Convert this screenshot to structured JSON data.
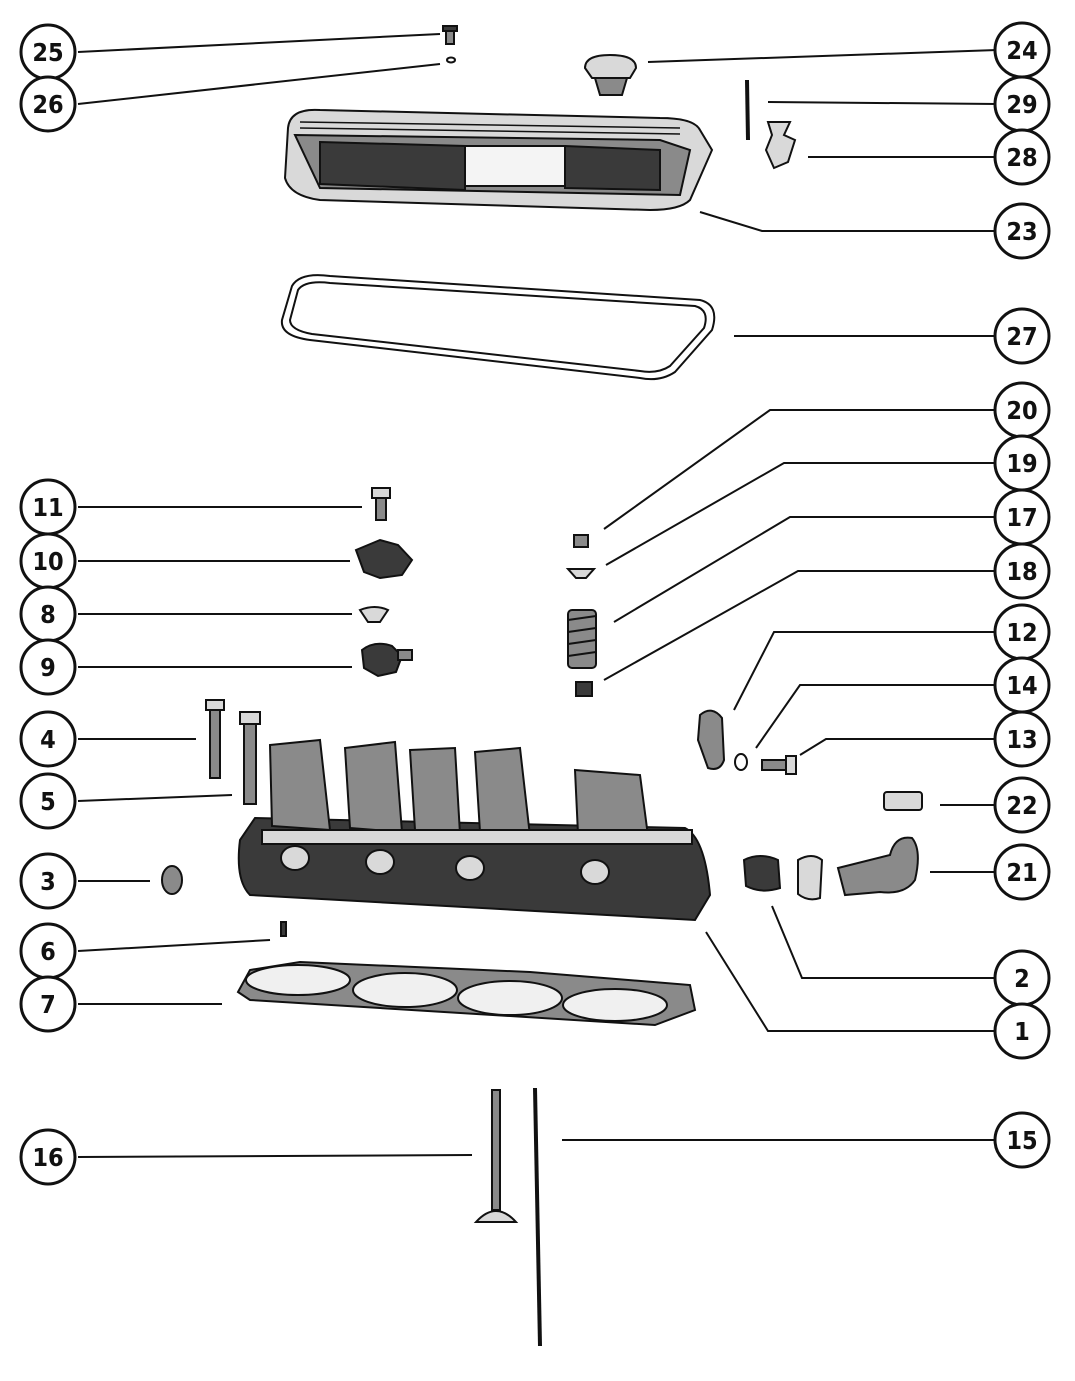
{
  "callouts": [
    {
      "id": "25",
      "label": "25"
    },
    {
      "id": "26",
      "label": "26"
    },
    {
      "id": "24",
      "label": "24"
    },
    {
      "id": "29",
      "label": "29"
    },
    {
      "id": "28",
      "label": "28"
    },
    {
      "id": "23",
      "label": "23"
    },
    {
      "id": "27",
      "label": "27"
    },
    {
      "id": "20",
      "label": "20"
    },
    {
      "id": "19",
      "label": "19"
    },
    {
      "id": "17",
      "label": "17"
    },
    {
      "id": "18",
      "label": "18"
    },
    {
      "id": "11",
      "label": "11"
    },
    {
      "id": "10",
      "label": "10"
    },
    {
      "id": "8",
      "label": "8"
    },
    {
      "id": "9",
      "label": "9"
    },
    {
      "id": "12",
      "label": "12"
    },
    {
      "id": "14",
      "label": "14"
    },
    {
      "id": "13",
      "label": "13"
    },
    {
      "id": "4",
      "label": "4"
    },
    {
      "id": "5",
      "label": "5"
    },
    {
      "id": "22",
      "label": "22"
    },
    {
      "id": "3",
      "label": "3"
    },
    {
      "id": "21",
      "label": "21"
    },
    {
      "id": "6",
      "label": "6"
    },
    {
      "id": "7",
      "label": "7"
    },
    {
      "id": "2",
      "label": "2"
    },
    {
      "id": "1",
      "label": "1"
    },
    {
      "id": "16",
      "label": "16"
    },
    {
      "id": "15",
      "label": "15"
    }
  ]
}
